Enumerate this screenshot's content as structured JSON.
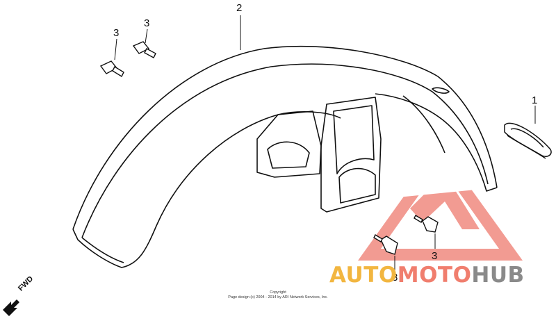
{
  "diagram": {
    "callouts": [
      {
        "id": "1",
        "text": "1"
      },
      {
        "id": "2",
        "text": "2"
      },
      {
        "id": "3a",
        "text": "3"
      },
      {
        "id": "3b",
        "text": "3"
      },
      {
        "id": "3c",
        "text": "3"
      },
      {
        "id": "3d",
        "text": "3"
      }
    ],
    "direction_label": "FWD",
    "copyright": {
      "line1": "Copyright",
      "line2": "Page design (c) 2004 - 2014 by ARI Network Services, Inc."
    }
  },
  "watermark": {
    "parts": [
      "AUTO",
      "MOTO",
      "HUB"
    ],
    "colors": {
      "auto": "#f2b640",
      "moto": "#f07e6e",
      "hub": "#8a8a8a",
      "triangle": "#f08a80"
    }
  }
}
